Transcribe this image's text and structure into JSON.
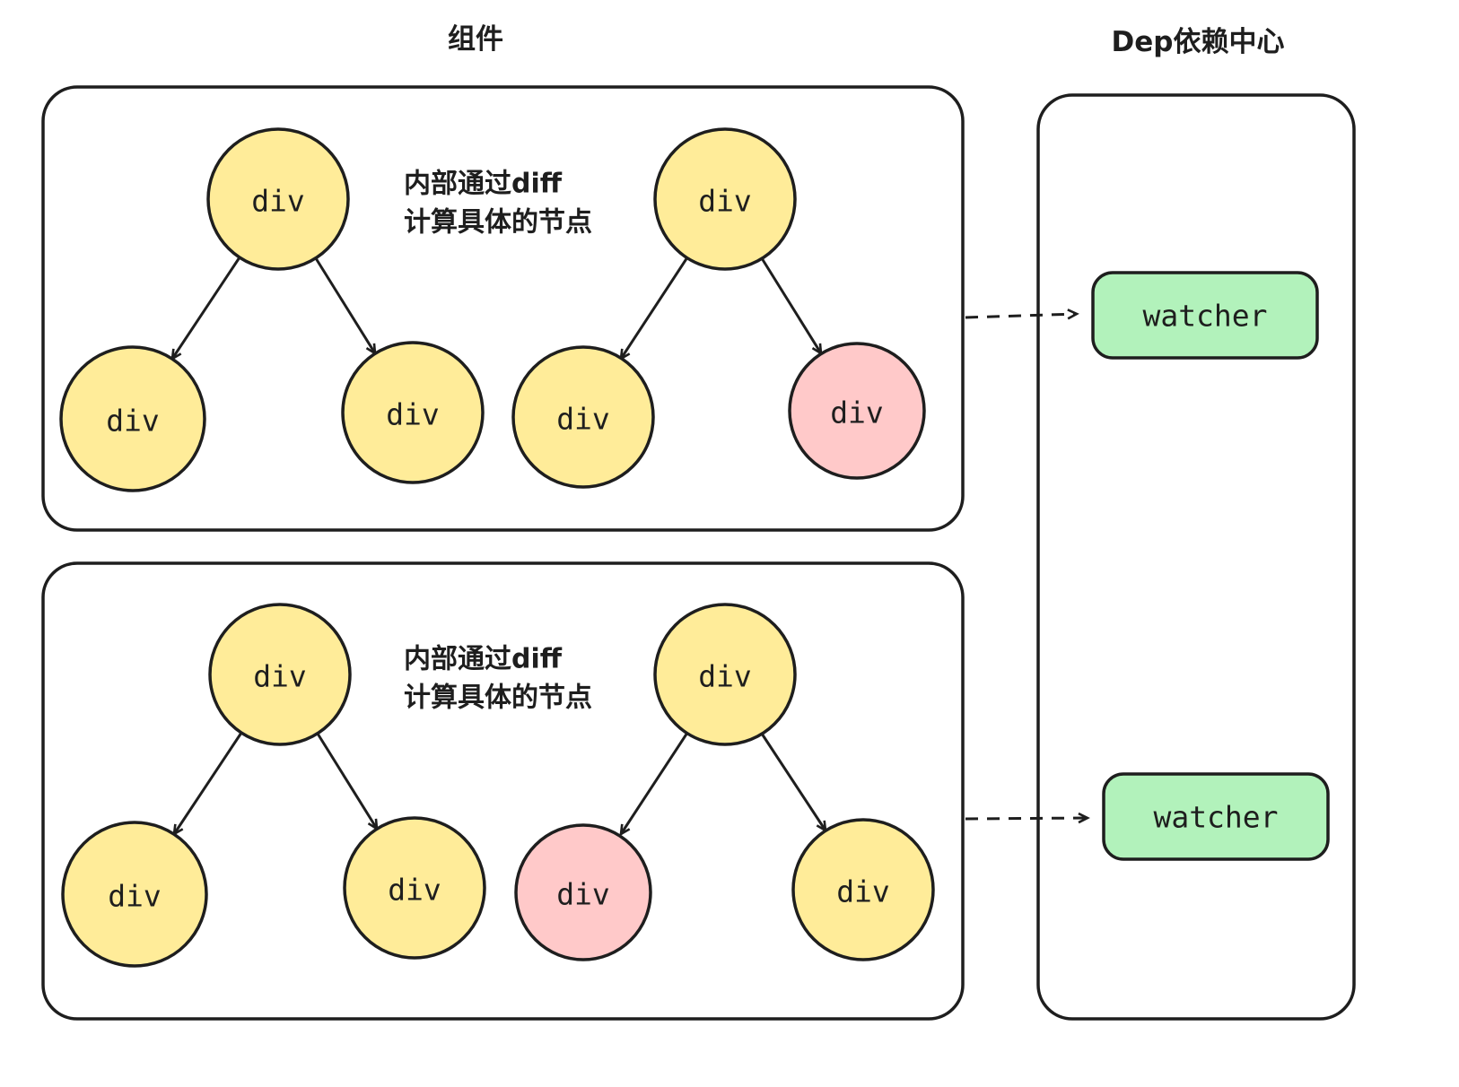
{
  "header": {
    "left_title": "组件",
    "right_title": "Dep依赖中心"
  },
  "colors": {
    "node_yellow": "#ffec99",
    "node_pink": "#ffc9c9",
    "watcher_green": "#b2f2bb",
    "stroke": "#1e1e1e"
  },
  "panels": [
    {
      "note": {
        "line1": "内部通过diff",
        "line2": "计算具体的节点"
      },
      "trees": [
        {
          "root_label": "div",
          "root_fill": "#ffec99",
          "left_label": "div",
          "left_fill": "#ffec99",
          "right_label": "div",
          "right_fill": "#ffec99"
        },
        {
          "root_label": "div",
          "root_fill": "#ffec99",
          "left_label": "div",
          "left_fill": "#ffec99",
          "right_label": "div",
          "right_fill": "#ffc9c9"
        }
      ],
      "watcher_label": "watcher"
    },
    {
      "note": {
        "line1": "内部通过diff",
        "line2": "计算具体的节点"
      },
      "trees": [
        {
          "root_label": "div",
          "root_fill": "#ffec99",
          "left_label": "div",
          "left_fill": "#ffec99",
          "right_label": "div",
          "right_fill": "#ffec99"
        },
        {
          "root_label": "div",
          "root_fill": "#ffec99",
          "left_label": "div",
          "left_fill": "#ffc9c9",
          "right_label": "div",
          "right_fill": "#ffec99"
        }
      ],
      "watcher_label": "watcher"
    }
  ]
}
